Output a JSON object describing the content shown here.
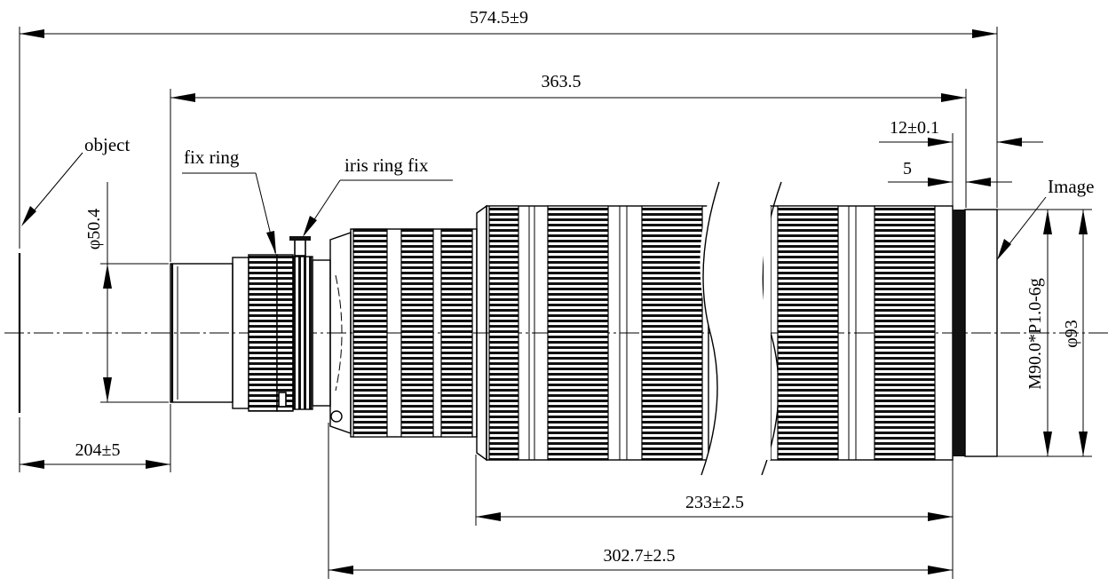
{
  "title": "",
  "dimensions": {
    "overall_length": "574.5±9",
    "lens_length": "363.5",
    "flange_12": "12±0.1",
    "flange_5": "5",
    "object_distance": "204±5",
    "front_diameter": "φ50.4",
    "rear_length_233": "233±2.5",
    "rear_length_302": "302.7±2.5",
    "thread": "M90.0*P1.0-6g",
    "rear_diameter": "φ93"
  },
  "labels": {
    "object": "object",
    "fix_ring": "fix ring",
    "iris_ring_fix": "iris ring fix",
    "image": "Image"
  }
}
